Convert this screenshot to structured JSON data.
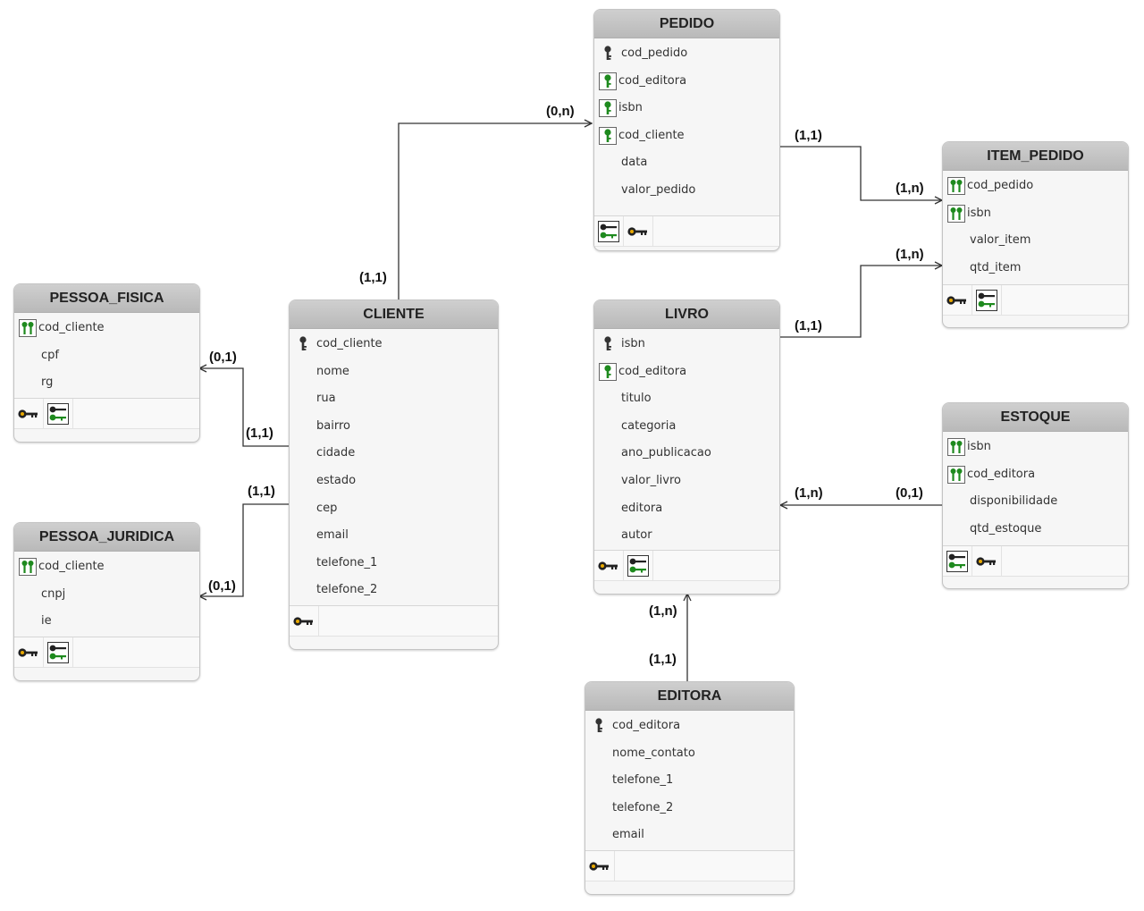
{
  "entities": [
    {
      "id": "pedido",
      "name": "PEDIDO",
      "attributes": [
        {
          "name": "cod_pedido",
          "key": "pk"
        },
        {
          "name": "cod_editora",
          "key": "fk"
        },
        {
          "name": "isbn",
          "key": "fk"
        },
        {
          "name": "cod_cliente",
          "key": "fk"
        },
        {
          "name": "data",
          "key": ""
        },
        {
          "name": "valor_pedido",
          "key": ""
        }
      ],
      "footer": [
        "fk-index-icon",
        "primary-key-icon"
      ]
    },
    {
      "id": "item_pedido",
      "name": "ITEM_PEDIDO",
      "attributes": [
        {
          "name": "cod_pedido",
          "key": "pkfk"
        },
        {
          "name": "isbn",
          "key": "pkfk"
        },
        {
          "name": "valor_item",
          "key": ""
        },
        {
          "name": "qtd_item",
          "key": ""
        }
      ],
      "footer": [
        "primary-key-icon",
        "fk-index-icon"
      ]
    },
    {
      "id": "pessoa_fisica",
      "name": "PESSOA_FISICA",
      "attributes": [
        {
          "name": "cod_cliente",
          "key": "pkfk"
        },
        {
          "name": "cpf",
          "key": ""
        },
        {
          "name": "rg",
          "key": ""
        }
      ],
      "footer": [
        "primary-key-icon",
        "fk-index-icon"
      ]
    },
    {
      "id": "cliente",
      "name": "CLIENTE",
      "attributes": [
        {
          "name": "cod_cliente",
          "key": "pk"
        },
        {
          "name": "nome",
          "key": ""
        },
        {
          "name": "rua",
          "key": ""
        },
        {
          "name": "bairro",
          "key": ""
        },
        {
          "name": "cidade",
          "key": ""
        },
        {
          "name": "estado",
          "key": ""
        },
        {
          "name": "cep",
          "key": ""
        },
        {
          "name": "email",
          "key": ""
        },
        {
          "name": "telefone_1",
          "key": ""
        },
        {
          "name": "telefone_2",
          "key": ""
        }
      ],
      "footer": [
        "primary-key-icon"
      ]
    },
    {
      "id": "livro",
      "name": "LIVRO",
      "attributes": [
        {
          "name": "isbn",
          "key": "pk"
        },
        {
          "name": "cod_editora",
          "key": "fk"
        },
        {
          "name": "titulo",
          "key": ""
        },
        {
          "name": "categoria",
          "key": ""
        },
        {
          "name": "ano_publicacao",
          "key": ""
        },
        {
          "name": "valor_livro",
          "key": ""
        },
        {
          "name": "editora",
          "key": ""
        },
        {
          "name": "autor",
          "key": ""
        }
      ],
      "footer": [
        "primary-key-icon",
        "fk-index-icon"
      ]
    },
    {
      "id": "estoque",
      "name": "ESTOQUE",
      "attributes": [
        {
          "name": "isbn",
          "key": "pkfk"
        },
        {
          "name": "cod_editora",
          "key": "pkfk"
        },
        {
          "name": "disponibilidade",
          "key": ""
        },
        {
          "name": "qtd_estoque",
          "key": ""
        }
      ],
      "footer": [
        "fk-index-icon",
        "primary-key-icon"
      ]
    },
    {
      "id": "pessoa_juridica",
      "name": "PESSOA_JURIDICA",
      "attributes": [
        {
          "name": "cod_cliente",
          "key": "pkfk"
        },
        {
          "name": "cnpj",
          "key": ""
        },
        {
          "name": "ie",
          "key": ""
        }
      ],
      "footer": [
        "primary-key-icon",
        "fk-index-icon"
      ]
    },
    {
      "id": "editora",
      "name": "EDITORA",
      "attributes": [
        {
          "name": "cod_editora",
          "key": "pk"
        },
        {
          "name": "nome_contato",
          "key": ""
        },
        {
          "name": "telefone_1",
          "key": ""
        },
        {
          "name": "telefone_2",
          "key": ""
        },
        {
          "name": "email",
          "key": ""
        }
      ],
      "footer": [
        "primary-key-icon"
      ]
    }
  ],
  "cardinalities": [
    {
      "id": "c1",
      "text": "(0,n)"
    },
    {
      "id": "c2",
      "text": "(1,1)"
    },
    {
      "id": "c3",
      "text": "(1,1)"
    },
    {
      "id": "c4",
      "text": "(1,n)"
    },
    {
      "id": "c5",
      "text": "(1,n)"
    },
    {
      "id": "c6",
      "text": "(1,1)"
    },
    {
      "id": "c7",
      "text": "(0,1)"
    },
    {
      "id": "c8",
      "text": "(1,1)"
    },
    {
      "id": "c9",
      "text": "(1,1)"
    },
    {
      "id": "c10",
      "text": "(0,1)"
    },
    {
      "id": "c11",
      "text": "(1,n)"
    },
    {
      "id": "c12",
      "text": "(0,1)"
    },
    {
      "id": "c13",
      "text": "(1,n)"
    },
    {
      "id": "c14",
      "text": "(1,1)"
    }
  ],
  "colors": {
    "pk_key": "#333333",
    "fk_key": "#1e8a1e",
    "index_key": "#e8a800",
    "header_bg": "#c4c4c4",
    "line": "#333333"
  }
}
